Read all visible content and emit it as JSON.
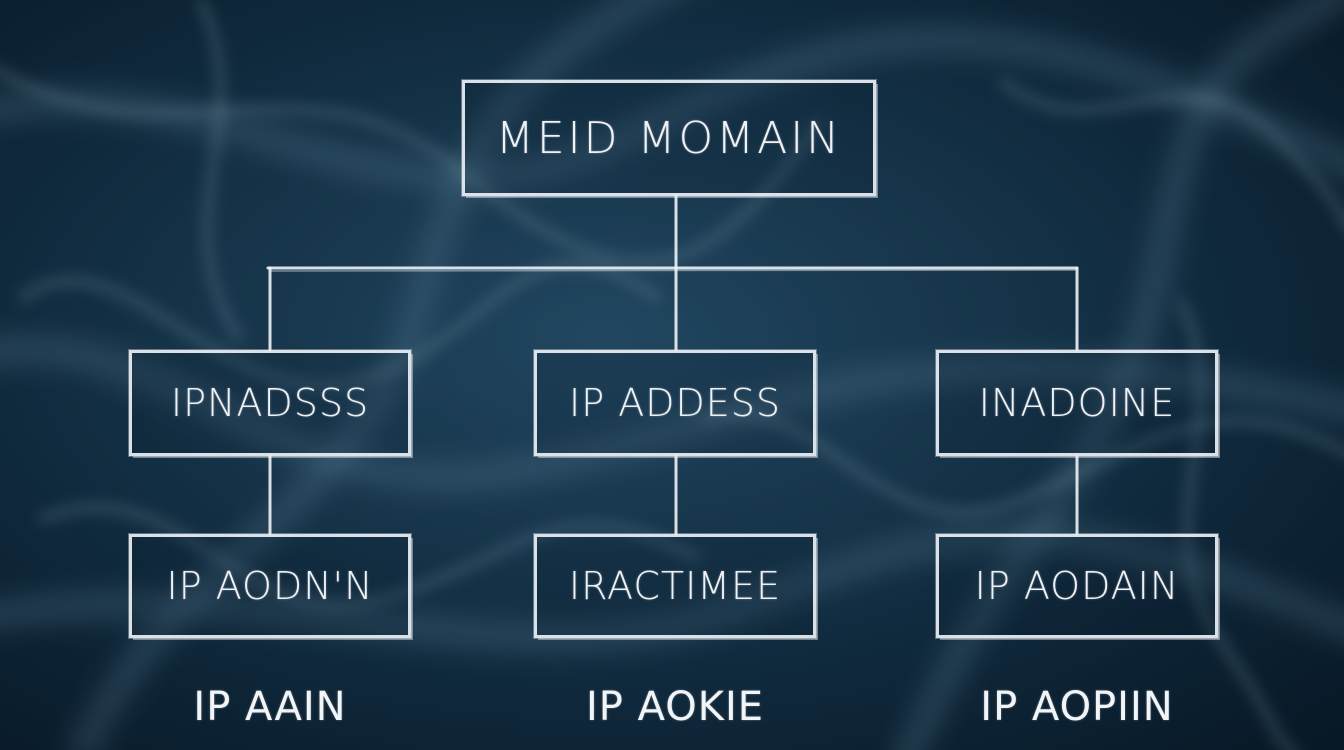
{
  "diagram": {
    "root": {
      "label": "MEID MOMAIN"
    },
    "branches": [
      {
        "level1": "IPNADSSS",
        "level2": "IP AODN'N",
        "caption": "IP AAIN"
      },
      {
        "level1": "IP ADDESS",
        "level2": "IRACTIMEE",
        "caption": "IP AOKIE"
      },
      {
        "level1": "INADOINE",
        "level2": "IP AODAIN",
        "caption": "IP AOPIIN"
      }
    ]
  },
  "colors": {
    "background": "#0d2233",
    "chalk": "#eef2f6"
  }
}
